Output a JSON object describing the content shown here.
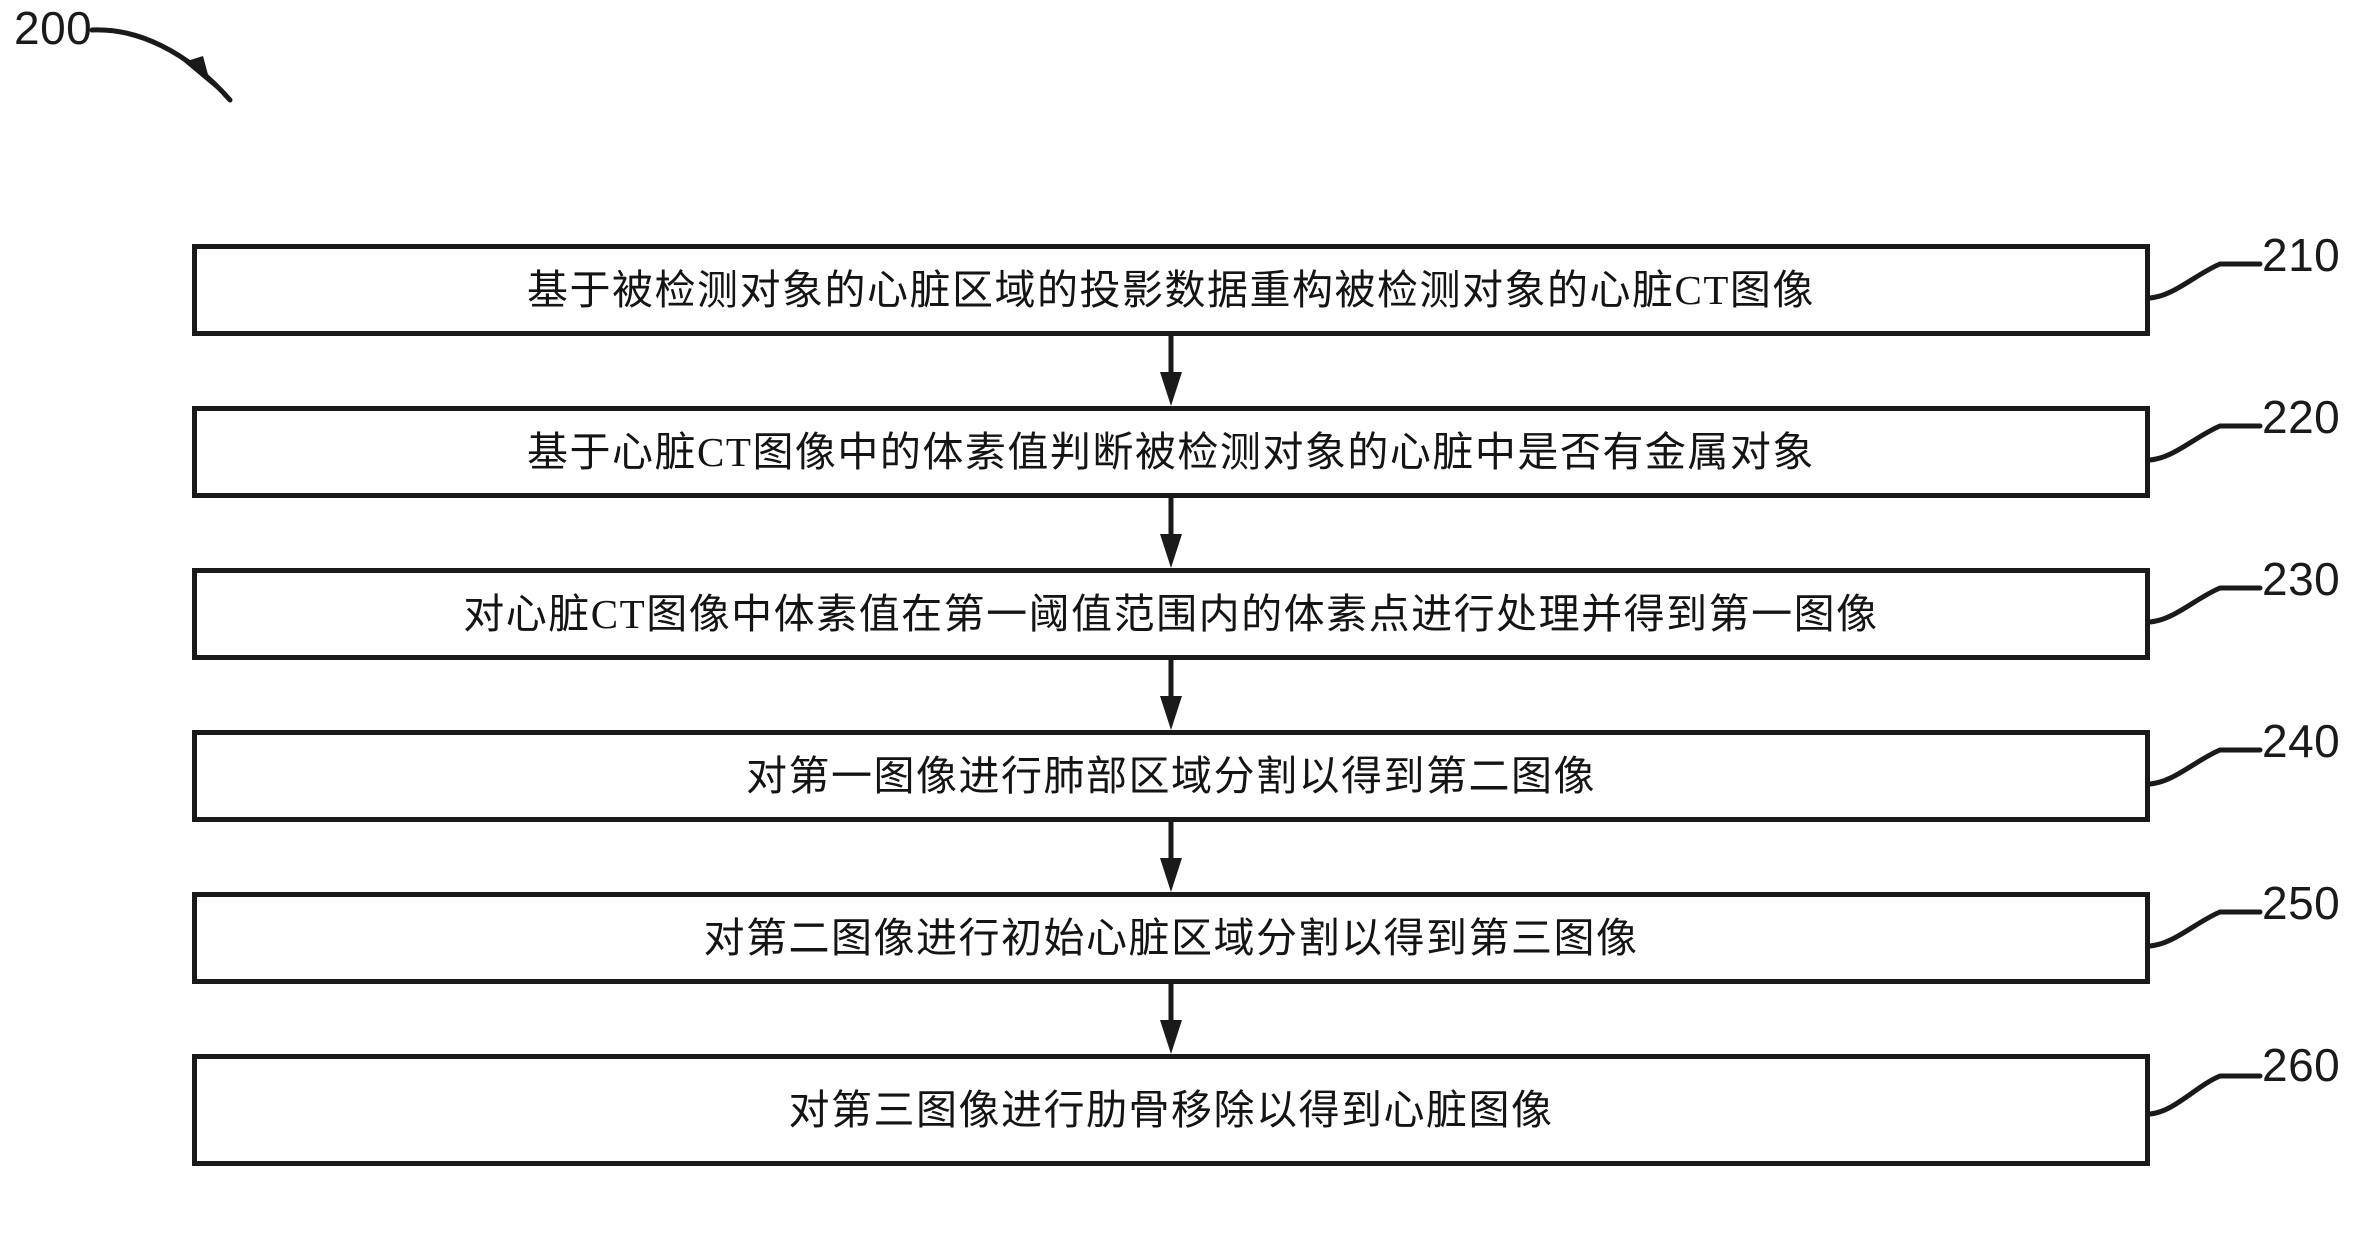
{
  "figure": {
    "number": "200",
    "arrow_icon": "curved-arrow-icon"
  },
  "flowchart": {
    "type": "flowchart",
    "orientation": "vertical",
    "line_color": "#1a1a1a",
    "text_color": "#141414",
    "background_color": "#ffffff",
    "steps": [
      {
        "ref": "210",
        "text": "基于被检测对象的心脏区域的投影数据重构被检测对象的心脏CT图像"
      },
      {
        "ref": "220",
        "text": "基于心脏CT图像中的体素值判断被检测对象的心脏中是否有金属对象"
      },
      {
        "ref": "230",
        "text": "对心脏CT图像中体素值在第一阈值范围内的体素点进行处理并得到第一图像"
      },
      {
        "ref": "240",
        "text": "对第一图像进行肺部区域分割以得到第二图像"
      },
      {
        "ref": "250",
        "text": "对第二图像进行初始心脏区域分割以得到第三图像"
      },
      {
        "ref": "260",
        "text": "对第三图像进行肋骨移除以得到心脏图像"
      }
    ],
    "connectors": [
      {
        "from": "210",
        "to": "220",
        "icon": "down-arrow-icon"
      },
      {
        "from": "220",
        "to": "230",
        "icon": "down-arrow-icon"
      },
      {
        "from": "230",
        "to": "240",
        "icon": "down-arrow-icon"
      },
      {
        "from": "240",
        "to": "250",
        "icon": "down-arrow-icon"
      },
      {
        "from": "250",
        "to": "260",
        "icon": "down-arrow-icon"
      }
    ]
  }
}
